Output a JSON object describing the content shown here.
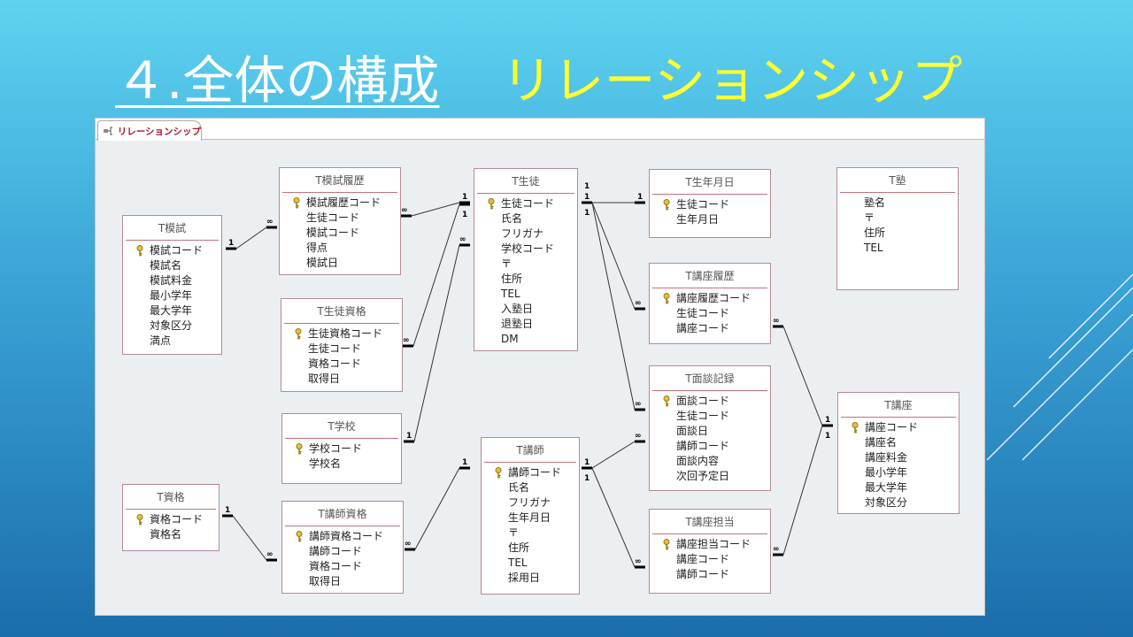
{
  "title": {
    "section": "４.全体の構成",
    "subtitle": "リレーションシップ"
  },
  "tab": {
    "label": "リレーションシップ",
    "icon": "relationships-icon"
  },
  "tables": [
    {
      "name": "T模試",
      "fields": [
        {
          "n": "模試コード",
          "key": true
        },
        {
          "n": "模試名"
        },
        {
          "n": "模試料金"
        },
        {
          "n": "最小学年"
        },
        {
          "n": "最大学年"
        },
        {
          "n": "対象区分"
        },
        {
          "n": "満点"
        }
      ]
    },
    {
      "name": "T模試履歴",
      "fields": [
        {
          "n": "模試履歴コード",
          "key": true
        },
        {
          "n": "生徒コード"
        },
        {
          "n": "模試コード"
        },
        {
          "n": "得点"
        },
        {
          "n": "模試日"
        }
      ]
    },
    {
      "name": "T生徒資格",
      "fields": [
        {
          "n": "生徒資格コード",
          "key": true
        },
        {
          "n": "生徒コード"
        },
        {
          "n": "資格コード"
        },
        {
          "n": "取得日"
        }
      ]
    },
    {
      "name": "T学校",
      "fields": [
        {
          "n": "学校コード",
          "key": true
        },
        {
          "n": "学校名"
        }
      ]
    },
    {
      "name": "T資格",
      "fields": [
        {
          "n": "資格コード",
          "key": true
        },
        {
          "n": "資格名"
        }
      ]
    },
    {
      "name": "T講師資格",
      "fields": [
        {
          "n": "講師資格コード",
          "key": true
        },
        {
          "n": "講師コード"
        },
        {
          "n": "資格コード"
        },
        {
          "n": "取得日"
        }
      ]
    },
    {
      "name": "T生徒",
      "fields": [
        {
          "n": "生徒コード",
          "key": true
        },
        {
          "n": "氏名"
        },
        {
          "n": "フリガナ"
        },
        {
          "n": "学校コード"
        },
        {
          "n": "〒"
        },
        {
          "n": "住所"
        },
        {
          "n": "TEL"
        },
        {
          "n": "入塾日"
        },
        {
          "n": "退塾日"
        },
        {
          "n": "DM"
        }
      ]
    },
    {
      "name": "T講師",
      "fields": [
        {
          "n": "講師コード",
          "key": true
        },
        {
          "n": "氏名"
        },
        {
          "n": "フリガナ"
        },
        {
          "n": "生年月日"
        },
        {
          "n": "〒"
        },
        {
          "n": "住所"
        },
        {
          "n": "TEL"
        },
        {
          "n": "採用日"
        }
      ]
    },
    {
      "name": "T生年月日",
      "fields": [
        {
          "n": "生徒コード",
          "key": true
        },
        {
          "n": "生年月日"
        }
      ]
    },
    {
      "name": "T講座履歴",
      "fields": [
        {
          "n": "講座履歴コード",
          "key": true
        },
        {
          "n": "生徒コード"
        },
        {
          "n": "講座コード"
        }
      ]
    },
    {
      "name": "T面談記録",
      "fields": [
        {
          "n": "面談コード",
          "key": true
        },
        {
          "n": "生徒コード"
        },
        {
          "n": "面談日"
        },
        {
          "n": "講師コード"
        },
        {
          "n": "面談内容"
        },
        {
          "n": "次回予定日"
        }
      ]
    },
    {
      "name": "T講座担当",
      "fields": [
        {
          "n": "講座担当コード",
          "key": true
        },
        {
          "n": "講座コード"
        },
        {
          "n": "講師コード"
        }
      ]
    },
    {
      "name": "T塾",
      "fields": [
        {
          "n": "塾名"
        },
        {
          "n": "〒"
        },
        {
          "n": "住所"
        },
        {
          "n": "TEL"
        }
      ]
    },
    {
      "name": "T講座",
      "fields": [
        {
          "n": "講座コード",
          "key": true
        },
        {
          "n": "講座名"
        },
        {
          "n": "講座料金"
        },
        {
          "n": "最小学年"
        },
        {
          "n": "最大学年"
        },
        {
          "n": "対象区分"
        }
      ]
    }
  ],
  "relations": [
    {
      "from": "T模試",
      "to": "T模試履歴",
      "a": "1",
      "b": "∞"
    },
    {
      "from": "T生徒",
      "to": "T模試履歴",
      "a": "1",
      "b": "∞"
    },
    {
      "from": "T生徒",
      "to": "T生徒資格",
      "a": "1",
      "b": "∞"
    },
    {
      "from": "T学校",
      "to": "T生徒",
      "a": "1",
      "b": "∞"
    },
    {
      "from": "T生徒",
      "to": "T生年月日",
      "a": "1",
      "b": "1"
    },
    {
      "from": "T生徒",
      "to": "T講座履歴",
      "a": "1",
      "b": "∞"
    },
    {
      "from": "T生徒",
      "to": "T面談記録",
      "a": "1",
      "b": "∞"
    },
    {
      "from": "T講師",
      "to": "T面談記録",
      "a": "1",
      "b": "∞"
    },
    {
      "from": "T講師",
      "to": "T講座担当",
      "a": "1",
      "b": "∞"
    },
    {
      "from": "T資格",
      "to": "T講師資格",
      "a": "1",
      "b": "∞"
    },
    {
      "from": "T講師",
      "to": "T講師資格",
      "a": "1",
      "b": "∞"
    },
    {
      "from": "T講座",
      "to": "T講座履歴",
      "a": "1",
      "b": "∞"
    },
    {
      "from": "T講座",
      "to": "T講座担当",
      "a": "1",
      "b": "∞"
    }
  ]
}
